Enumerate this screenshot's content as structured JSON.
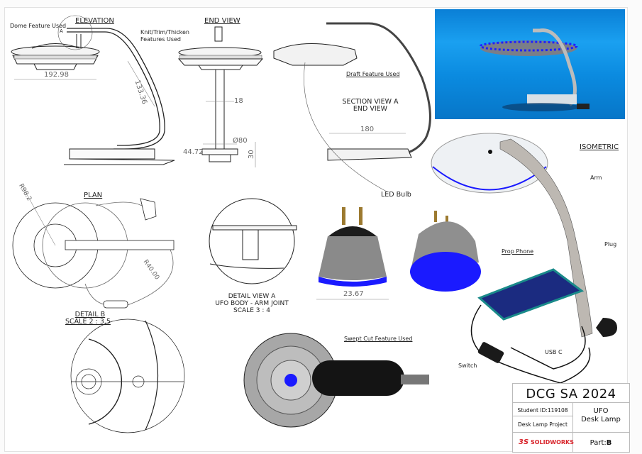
{
  "sheet": {
    "views": {
      "elevation": {
        "title": "ELEVATION",
        "callout_dome": "Dome Feature Used",
        "section_marker": "A",
        "dim_width": "192.98",
        "dim_arm": "133.36"
      },
      "end_view": {
        "title": "END VIEW",
        "callout_knit_line1": "Knit/Trim/Thicken",
        "callout_knit_line2": "Features Used",
        "dim_stem": "18",
        "dim_base_dia": "Ø80",
        "dim_base_width": "44.72",
        "dim_height": "30"
      },
      "section": {
        "callout_draft": "Draft Feature Used",
        "caption_line1": "SECTION VIEW A",
        "caption_line2": "END VIEW",
        "dim_length": "180",
        "callout_led": "LED Bulb"
      },
      "plan": {
        "title": "PLAN",
        "dim_radius_outer": "R98.2",
        "dim_radius_inner": "R40.00"
      },
      "detail_b": {
        "title_line1": "DETAIL B",
        "title_line2": "SCALE 2 : 3.5"
      },
      "detail_a": {
        "caption_line1": "DETAIL VIEW A",
        "caption_line2": "UFO BODY - ARM JOINT",
        "caption_line3": "SCALE 3 : 4"
      },
      "led_bulb": {
        "dim_width": "23.67"
      },
      "bottom_render": {
        "callout_swept": "Swept Cut Feature Used"
      },
      "isometric": {
        "title": "ISOMETRIC",
        "callout_arm": "Arm",
        "callout_plug": "Plug",
        "callout_phone": "Prop Phone",
        "callout_usb": "USB C",
        "callout_switch": "Switch"
      }
    },
    "colors": {
      "render_bg": "#0b8be0",
      "led_blue": "#1a1aff",
      "phone_teal": "#1a8a8a",
      "solidworks_red": "#d8232a"
    }
  },
  "title_block": {
    "header": "DCG SA 2024",
    "student_id": "Student ID:119108",
    "project": "Desk Lamp Project",
    "part_name_line1": "UFO",
    "part_name_line2": "Desk Lamp",
    "part_label": "Part:",
    "part_value": "B",
    "software_logo_ds": "3S",
    "software_logo_text": "SOLIDWORKS"
  }
}
